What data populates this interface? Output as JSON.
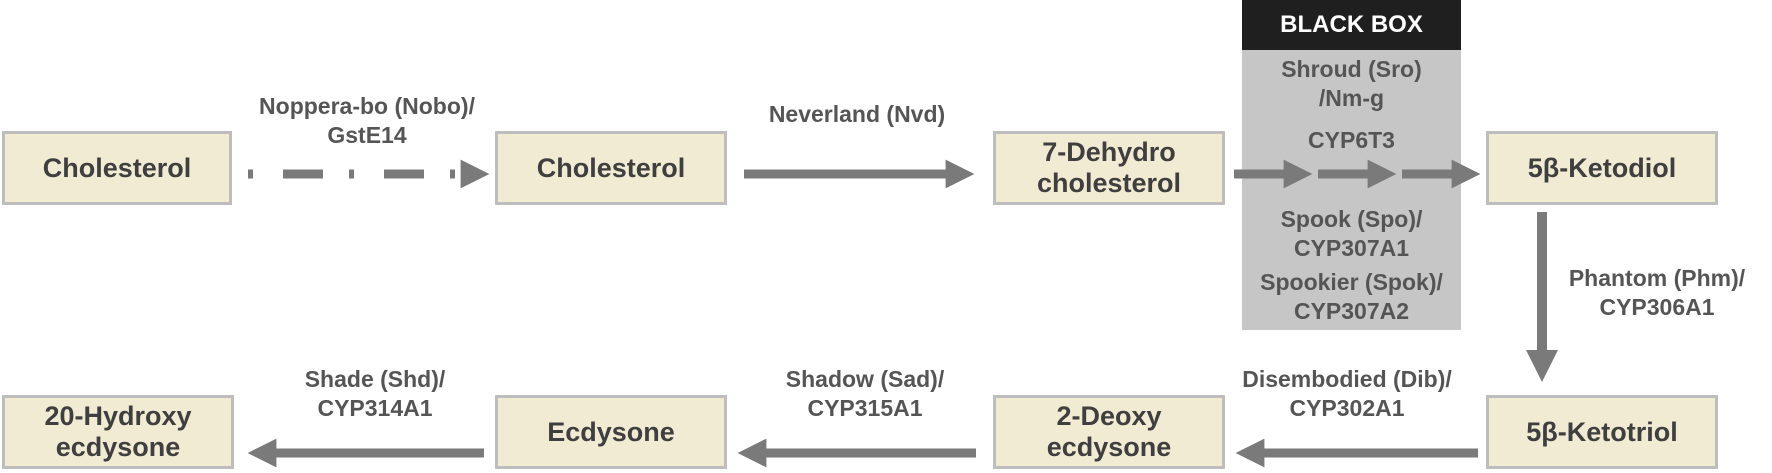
{
  "nodes": {
    "cholesterol_1": "Cholesterol",
    "cholesterol_2": "Cholesterol",
    "dehydro_line1": "7-Dehydro",
    "dehydro_line2": "cholesterol",
    "ketodiol": "5β-Ketodiol",
    "ketotriol": "5β-Ketotriol",
    "deoxy_line1": "2-Deoxy",
    "deoxy_line2": "ecdysone",
    "ecdysone": "Ecdysone",
    "hydroxy_line1": "20-Hydroxy",
    "hydroxy_line2": "ecdysone"
  },
  "enzymes": {
    "nobo_line1": "Noppera-bo (Nobo)/",
    "nobo_line2": "GstE14",
    "nvd": "Neverland (Nvd)",
    "phm_line1": "Phantom (Phm)/",
    "phm_line2": "CYP306A1",
    "dib_line1": "Disembodied (Dib)/",
    "dib_line2": "CYP302A1",
    "sad_line1": "Shadow (Sad)/",
    "sad_line2": "CYP315A1",
    "shd_line1": "Shade (Shd)/",
    "shd_line2": "CYP314A1"
  },
  "black_box": {
    "title": "BLACK BOX",
    "sro_line1": "Shroud (Sro)",
    "sro_line2": "/Nm-g",
    "cyp6t3": "CYP6T3",
    "spo_line1": "Spook (Spo)/",
    "spo_line2": "CYP307A1",
    "spok_line1": "Spookier (Spok)/",
    "spok_line2": "CYP307A2"
  },
  "colors": {
    "node_fill": "#f2ebd3",
    "node_border": "#bdbdbd",
    "arrow": "#7a7a7a",
    "black_box_fill": "#c6c6c6",
    "black_box_title_fill": "#1f1f1f"
  }
}
